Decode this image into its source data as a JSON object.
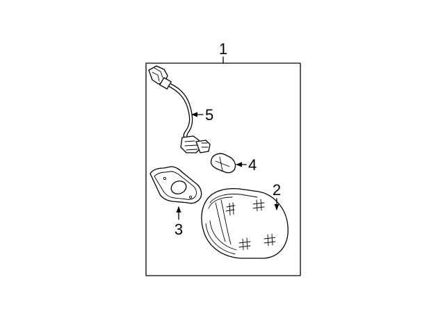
{
  "callouts": {
    "assembly": "1",
    "lens": "2",
    "gasket": "3",
    "bulb": "4",
    "socket": "5"
  },
  "colors": {
    "line": "#000000",
    "background": "#ffffff"
  }
}
